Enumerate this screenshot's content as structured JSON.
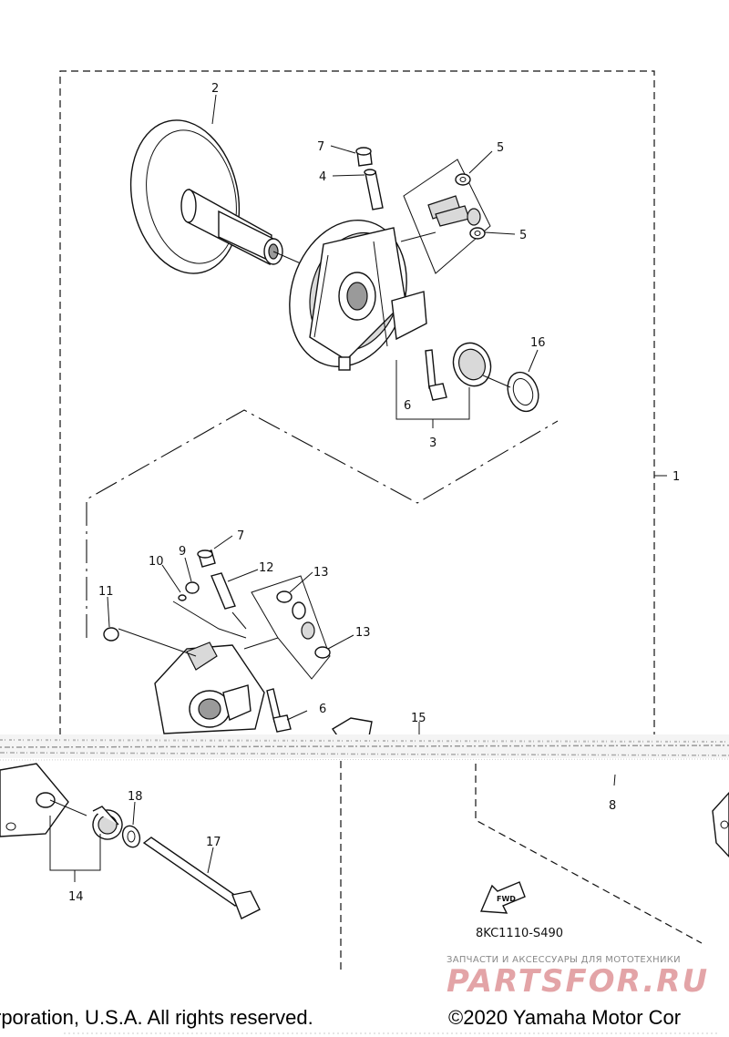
{
  "callouts": {
    "c1": "1",
    "c2": "2",
    "c3": "3",
    "c4": "4",
    "c5a": "5",
    "c5b": "5",
    "c6a": "6",
    "c6b": "6",
    "c7a": "7",
    "c7b": "7",
    "c8": "8",
    "c9": "9",
    "c10": "10",
    "c11": "11",
    "c12": "12",
    "c13a": "13",
    "c13b": "13",
    "c14": "14",
    "c15": "15",
    "c16": "16",
    "c17": "17",
    "c18": "18"
  },
  "fwd_label": "FWD",
  "diagram_code": "8KC1110-S490",
  "watermark": {
    "tagline": "ЗАПЧАСТИ И АКСЕССУАРЫ ДЛЯ МОТОТЕХНИКИ",
    "logo": "PARTSFOR.RU"
  },
  "copyright": {
    "left": "rporation, U.S.A. All rights reserved.",
    "right": "©2020 Yamaha Motor Cor"
  },
  "colors": {
    "line": "#111111",
    "watermark_logo": "#e3a4a7",
    "background": "#ffffff"
  }
}
